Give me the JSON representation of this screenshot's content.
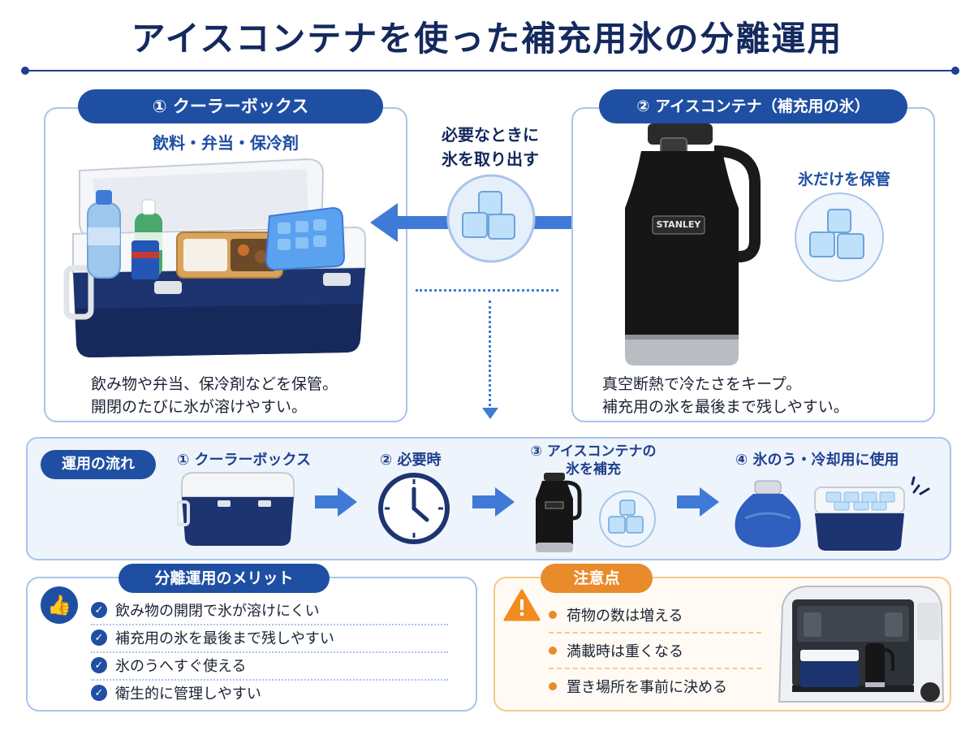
{
  "title": "アイスコンテナを使った補充用氷の分離運用",
  "cooler_panel": {
    "badge": "① クーラーボックス",
    "subtitle": "飲料・弁当・保冷剤",
    "caption_line1": "飲み物や弁当、保冷剤などを保管。",
    "caption_line2": "開閉のたびに氷が溶けやすい。"
  },
  "middle": {
    "label_line1": "必要なときに",
    "label_line2": "氷を取り出す"
  },
  "container_panel": {
    "badge": "② アイスコンテナ（補充用の氷）",
    "side_label": "氷だけを保管",
    "brand": "STANLEY",
    "caption_line1": "真空断熱で冷たさをキープ。",
    "caption_line2": "補充用の氷を最後まで残しやすい。"
  },
  "flow": {
    "badge": "運用の流れ",
    "steps": [
      {
        "label": "① クーラーボックス"
      },
      {
        "label": "② 必要時"
      },
      {
        "label_line1": "③ アイスコンテナの",
        "label_line2": "氷を補充"
      },
      {
        "label": "④ 氷のう・冷却用に使用"
      }
    ]
  },
  "merits": {
    "badge": "分離運用のメリット",
    "items": [
      "飲み物の開閉で氷が溶けにくい",
      "補充用の氷を最後まで残しやすい",
      "氷のうへすぐ使える",
      "衛生的に管理しやすい"
    ]
  },
  "cautions": {
    "badge": "注意点",
    "items": [
      "荷物の数は増える",
      "満載時は重くなる",
      "置き場所を事前に決める"
    ]
  },
  "colors": {
    "navy": "#14295e",
    "blue": "#1f4fa3",
    "accent_blue": "#3f7ad6",
    "orange": "#e98b2a",
    "panel_border": "#a9c4ea"
  }
}
